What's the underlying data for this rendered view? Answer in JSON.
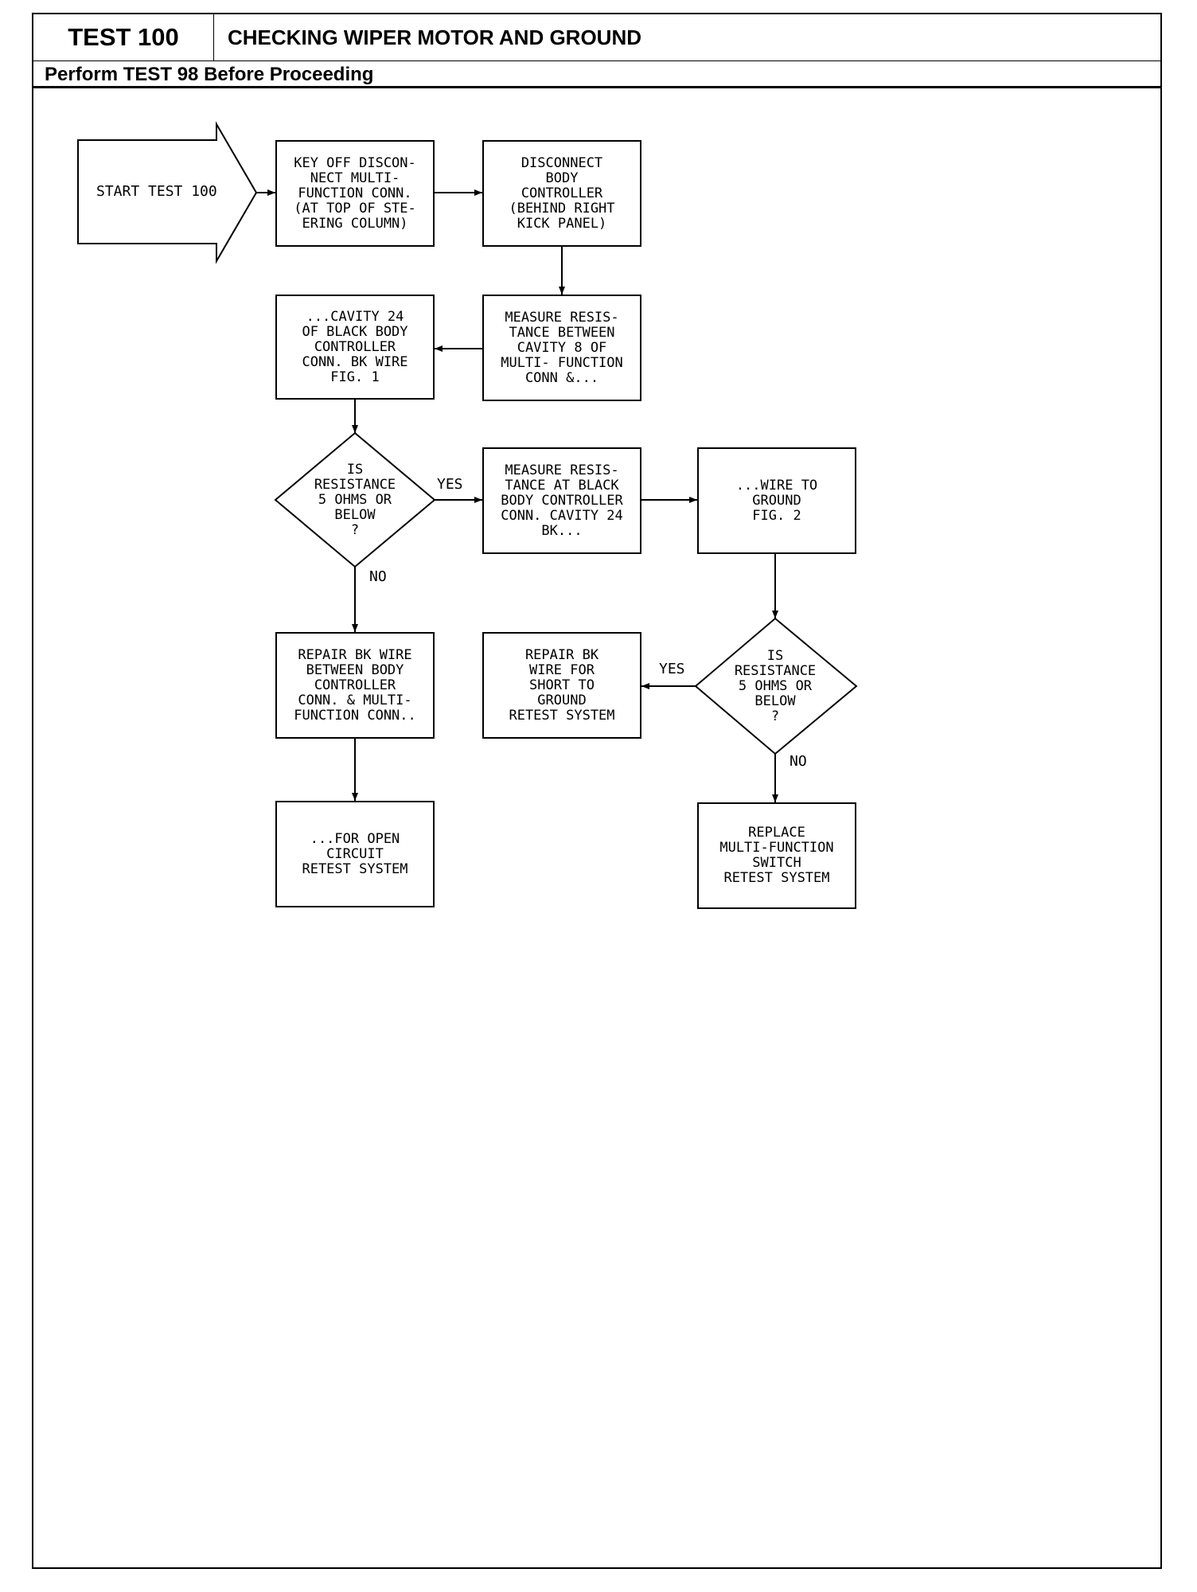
{
  "header": {
    "test_label": "TEST 100",
    "title": "CHECKING WIPER MOTOR AND GROUND",
    "prerequisite": "Perform TEST 98 Before Proceeding"
  },
  "flow": {
    "start": "START TEST 100",
    "box_key_off": "KEY OFF DISCON-\nNECT MULTI-\nFUNCTION CONN.\n(AT TOP OF STE-\nERING COLUMN)",
    "box_disconnect_body": "DISCONNECT\nBODY\nCONTROLLER\n(BEHIND RIGHT\nKICK PANEL)",
    "box_measure_between": "MEASURE RESIS-\nTANCE BETWEEN\nCAVITY 8 OF\nMULTI- FUNCTION\nCONN &...",
    "box_cavity_24": "...CAVITY 24\nOF BLACK BODY\nCONTROLLER\nCONN. BK WIRE\nFIG. 1",
    "decision_1": "IS\nRESISTANCE\n5 OHMS OR\nBELOW\n?",
    "yes_1": "YES",
    "no_1": "NO",
    "box_measure_at_black": "MEASURE RESIS-\nTANCE AT BLACK\nBODY CONTROLLER\nCONN. CAVITY 24\nBK...",
    "box_wire_to_ground": "...WIRE TO\nGROUND\nFIG. 2",
    "decision_2": "IS\nRESISTANCE\n5 OHMS OR\nBELOW\n?",
    "yes_2": "YES",
    "no_2": "NO",
    "box_repair_bk_between": "REPAIR BK WIRE\nBETWEEN BODY\nCONTROLLER\nCONN. & MULTI-\nFUNCTION CONN..",
    "box_repair_short": "REPAIR BK\nWIRE FOR\nSHORT TO\nGROUND\nRETEST SYSTEM",
    "box_open_circuit": "...FOR OPEN\nCIRCUIT\nRETEST SYSTEM",
    "box_replace_switch": "REPLACE\nMULTI-FUNCTION\nSWITCH\nRETEST SYSTEM"
  }
}
